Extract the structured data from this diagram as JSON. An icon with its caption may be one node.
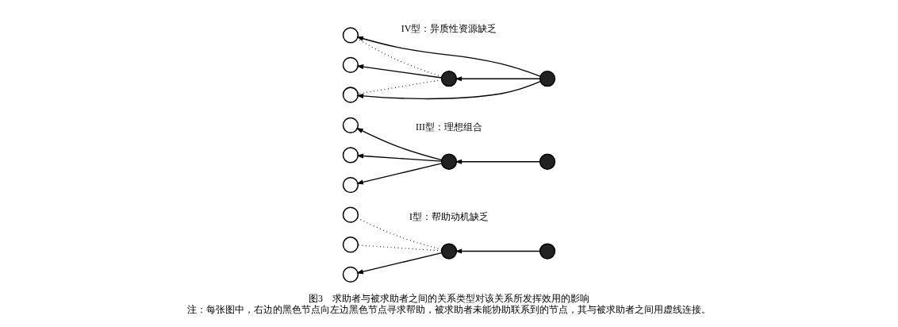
{
  "diagram": {
    "title": "图3　求助者与被求助者之间的关系类型对该关系所发挥效用的影响",
    "caption": "注：每张图中，右边的黑色节点向左边黑色节点寻求帮助，被求助者未能协助联系到的节点，其与被求助者之间用虚线连接。",
    "nodes": [
      {
        "text": [],
        "shape": "circle"
      },
      {
        "text": [],
        "shape": "circle"
      },
      {
        "text": [],
        "shape": "circle"
      },
      {
        "text": [],
        "shape": "circle"
      },
      {
        "text": [],
        "shape": "circle"
      },
      {
        "text": [],
        "shape": "circle"
      },
      {
        "text": [],
        "shape": "circle"
      },
      {
        "text": [],
        "shape": "circle"
      },
      {
        "text": [],
        "shape": "circle"
      },
      {
        "text": [],
        "shape": "circle"
      },
      {
        "text": [],
        "shape": "circle"
      },
      {
        "text": [],
        "shape": "circle"
      },
      {
        "text": [],
        "shape": "circle"
      },
      {
        "text": [],
        "shape": "circle"
      },
      {
        "text": [],
        "shape": "circle"
      }
    ],
    "edges": [
      {
        "from": 4,
        "to": 3,
        "arrow": "to"
      },
      {
        "from": 3,
        "to": 0,
        "arrow": "to"
      },
      {
        "from": 3,
        "to": 1,
        "arrow": "none",
        "style": "dashed"
      },
      {
        "from": 3,
        "to": 2,
        "arrow": "none",
        "style": "dashed"
      },
      {
        "from": 9,
        "to": 8,
        "arrow": "to"
      },
      {
        "from": 8,
        "to": 5,
        "arrow": "to"
      },
      {
        "from": 8,
        "to": 6,
        "arrow": "to"
      },
      {
        "from": 8,
        "to": 7,
        "arrow": "to"
      },
      {
        "from": 14,
        "to": 13,
        "arrow": "to"
      },
      {
        "from": 13,
        "to": 11,
        "arrow": "to"
      },
      {
        "from": 13,
        "to": 10,
        "arrow": "none",
        "style": "dashed"
      },
      {
        "from": 13,
        "to": 12,
        "arrow": "none",
        "style": "dashed"
      },
      {
        "from": 14,
        "to": 10,
        "arrow": "to"
      },
      {
        "from": 14,
        "to": 12,
        "arrow": "to"
      }
    ],
    "labels": [
      "I型：帮助动机缺乏",
      "III型：理想组合",
      "IV型：异质性资源缺乏"
    ]
  }
}
